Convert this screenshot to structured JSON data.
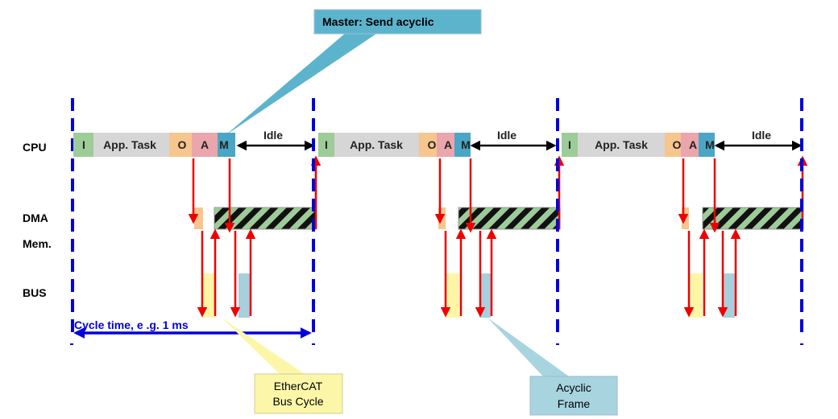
{
  "row_labels": {
    "cpu": "CPU",
    "dma": "DMA",
    "mem": "Mem.",
    "bus": "BUS"
  },
  "segments": {
    "init": "I",
    "app_task": "App. Task",
    "output": "O",
    "acyclic": "A",
    "master": "M",
    "idle": "Idle"
  },
  "callouts": {
    "master_send": "Master: Send acyclic",
    "ethercat_line1": "EtherCAT",
    "ethercat_line2": "Bus Cycle",
    "acyclic_line1": "Acyclic",
    "acyclic_line2": "Frame"
  },
  "cycle_time": "Cycle time, e .g. 1 ms",
  "colors": {
    "init": "#9dcc98",
    "app_task": "#d6d6d6",
    "output": "#f7c58e",
    "acyclic": "#eba5ad",
    "master": "#4aa6c4",
    "callout_master": "#5cb4cc",
    "callout_ethercat": "#fcf7a8",
    "callout_acyclic": "#a8d4e0",
    "bus_yellow": "#fef6a6",
    "bus_blue": "#a8cfdc",
    "boundary": "#0000dd",
    "arrow_red": "#ee0000"
  }
}
